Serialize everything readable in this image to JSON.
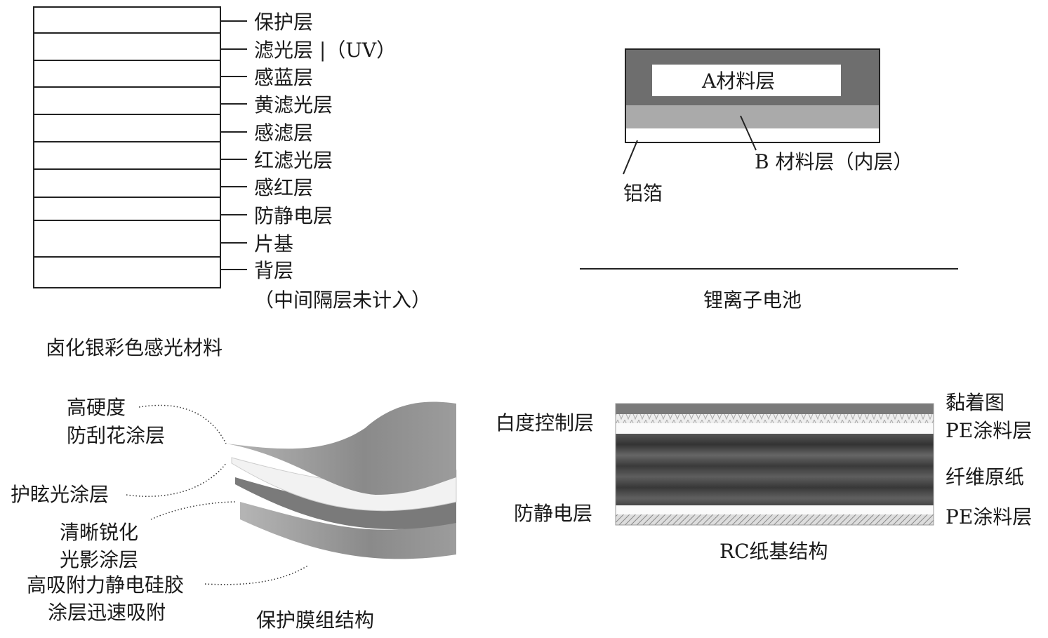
{
  "silver_halide": {
    "layers": [
      "保护层",
      "滤光层 |（UV）",
      "感蓝层",
      "黄滤光层",
      "感滤层",
      "红滤光层",
      "感红层",
      "防静电层",
      "片基",
      "背层"
    ],
    "note": "（中间隔层未计入）",
    "caption": "卤化银彩色感光材料"
  },
  "battery": {
    "layer_a": "A材料层",
    "layer_b": "B 材料层（内层）",
    "foil": "铝箔",
    "caption": "锂离子电池"
  },
  "protective_film": {
    "labels": [
      "高硬度",
      "防刮花涂层",
      "护眩光涂层",
      "清晰锐化",
      "光影涂层",
      "高吸附力静电硅胶",
      "涂层迅速吸附"
    ],
    "caption": "保护膜组结构"
  },
  "rc_paper": {
    "left_labels": [
      "白度控制层",
      "防静电层"
    ],
    "right_labels": [
      "黏着图",
      "PE涂料层",
      "纤维原纸",
      "PE涂料层"
    ],
    "caption": "RC纸基结构"
  }
}
